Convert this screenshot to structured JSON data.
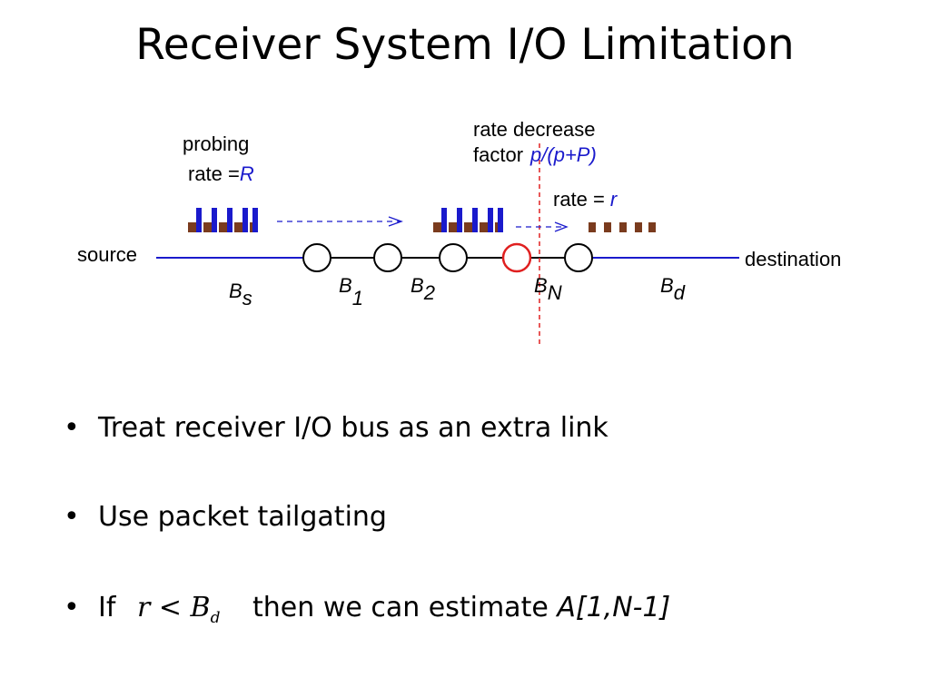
{
  "slide": {
    "title": "Receiver System I/O Limitation"
  },
  "diagram": {
    "label_source": "source",
    "label_destination": "destination",
    "probing_line1": "probing",
    "probing_line2": "rate =",
    "probing_var": "R",
    "decrease_line1": "rate decrease",
    "decrease_line2": "factor",
    "decrease_formula": "p/(p+P)",
    "rate_label": "rate =",
    "rate_var": "r",
    "links": [
      {
        "base": "B",
        "sub": "s"
      },
      {
        "base": "B",
        "sub": "1"
      },
      {
        "base": "B",
        "sub": "2"
      },
      {
        "base": "B",
        "sub": "N"
      },
      {
        "base": "B",
        "sub": "d"
      }
    ],
    "colors": {
      "link_line": "#1a1acc",
      "router": "#000000",
      "bottleneck_router": "#e02020",
      "packet_tall": "#1a1acc",
      "packet_small": "#7a3b1e",
      "cut_line": "#e02020"
    }
  },
  "bullets": [
    {
      "text": "Treat receiver I/O bus as an extra link"
    },
    {
      "text": "Use packet tailgating"
    },
    {
      "prefix": "If",
      "math_var": "r",
      "math_op": "<",
      "math_base": "B",
      "math_sub": "d",
      "middle": "then we can estimate",
      "tail": "A[1,N-1]"
    }
  ]
}
